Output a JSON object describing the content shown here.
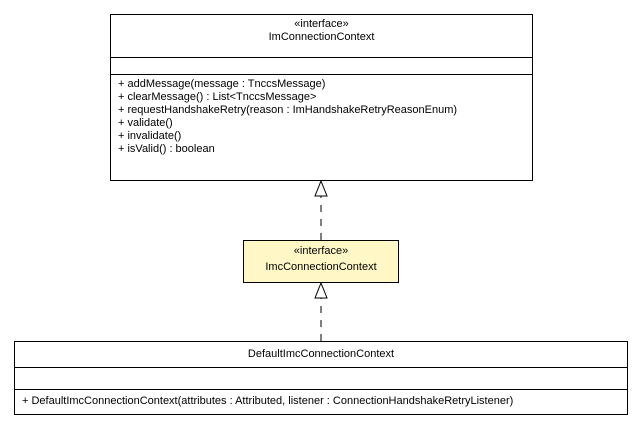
{
  "diagram": {
    "classes": [
      {
        "stereotype": "«interface»",
        "name": "ImConnectionContext",
        "attributes": [],
        "methods": [
          "+ addMessage(message : TnccsMessage)",
          "+ clearMessage() : List<TnccsMessage>",
          "+ requestHandshakeRetry(reason : ImHandshakeRetryReasonEnum)",
          "+ validate()",
          "+ invalidate()",
          "+ isValid() : boolean"
        ]
      },
      {
        "stereotype": "«interface»",
        "name": "ImcConnectionContext",
        "attributes": [],
        "methods": []
      },
      {
        "stereotype": "",
        "name": "DefaultImcConnectionContext",
        "attributes": [],
        "methods": [
          "+ DefaultImcConnectionContext(attributes : Attributed, listener : ConnectionHandshakeRetryListener)"
        ]
      }
    ],
    "relations": [
      {
        "type": "realization",
        "from": "ImcConnectionContext",
        "to": "ImConnectionContext"
      },
      {
        "type": "realization",
        "from": "DefaultImcConnectionContext",
        "to": "ImcConnectionContext"
      }
    ],
    "colors": {
      "highlight_fill": "#fff8c6",
      "line": "#000000",
      "background": "#ffffff"
    }
  }
}
